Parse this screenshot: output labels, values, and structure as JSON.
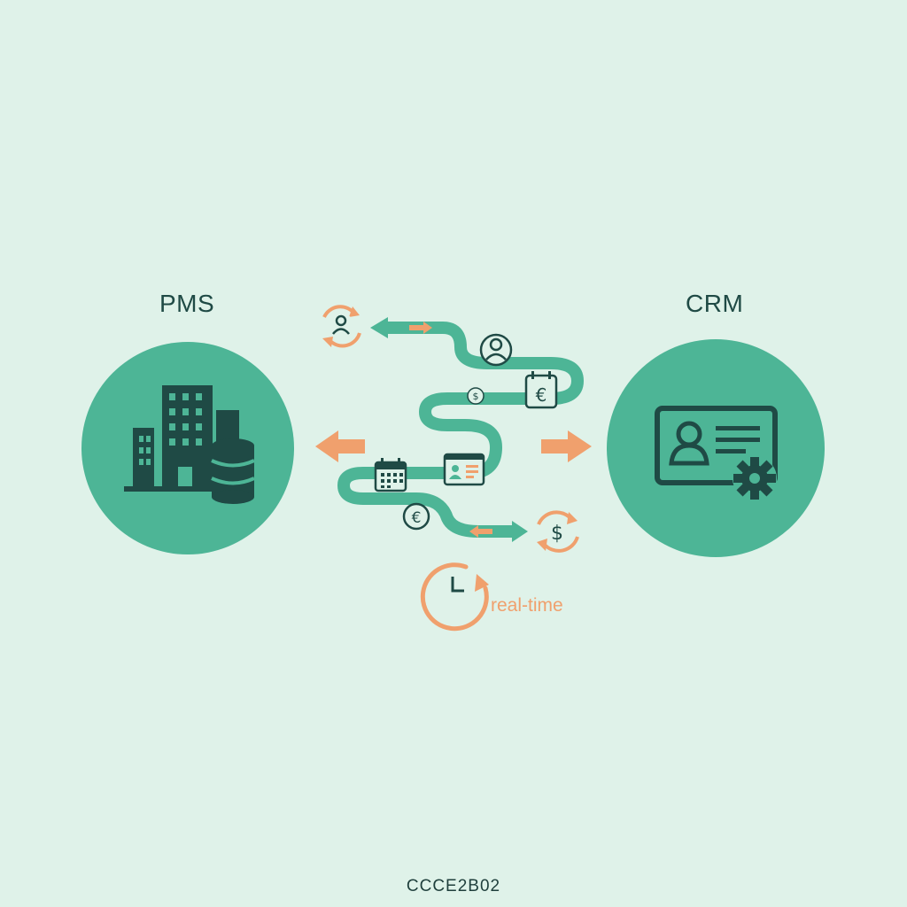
{
  "diagram": {
    "left_node": {
      "title": "PMS",
      "icon": "building-database-icon"
    },
    "right_node": {
      "title": "CRM",
      "icon": "profile-card-gear-icon"
    },
    "sync_label": "real-time",
    "badges": {
      "euro": "€",
      "dollar": "$"
    }
  },
  "footer": {
    "code": "CCCE2B02"
  },
  "colors": {
    "background": "#dff2e9",
    "circle": "#4db596",
    "dark": "#1f4a45",
    "path": "#4db596",
    "accent": "#f0a06d"
  }
}
